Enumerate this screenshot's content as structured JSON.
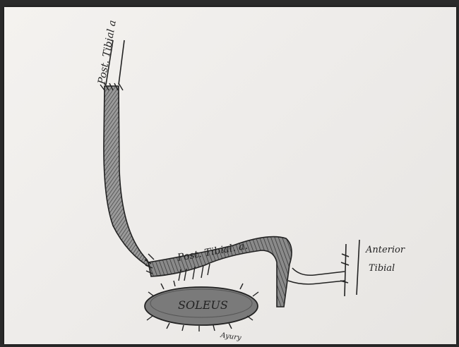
{
  "labels": {
    "post_tibial_top": "Post. Tibial a",
    "post_tibial_mid": "Post. Tibial. a.",
    "anterior_line1": "Anterior",
    "anterior_line2": "Tibial",
    "soleus": "SOLEUS",
    "scribble": "Ayury"
  },
  "colors": {
    "ink": "#222222",
    "shade": "#6e6e6e",
    "paper": "#f1efec"
  }
}
